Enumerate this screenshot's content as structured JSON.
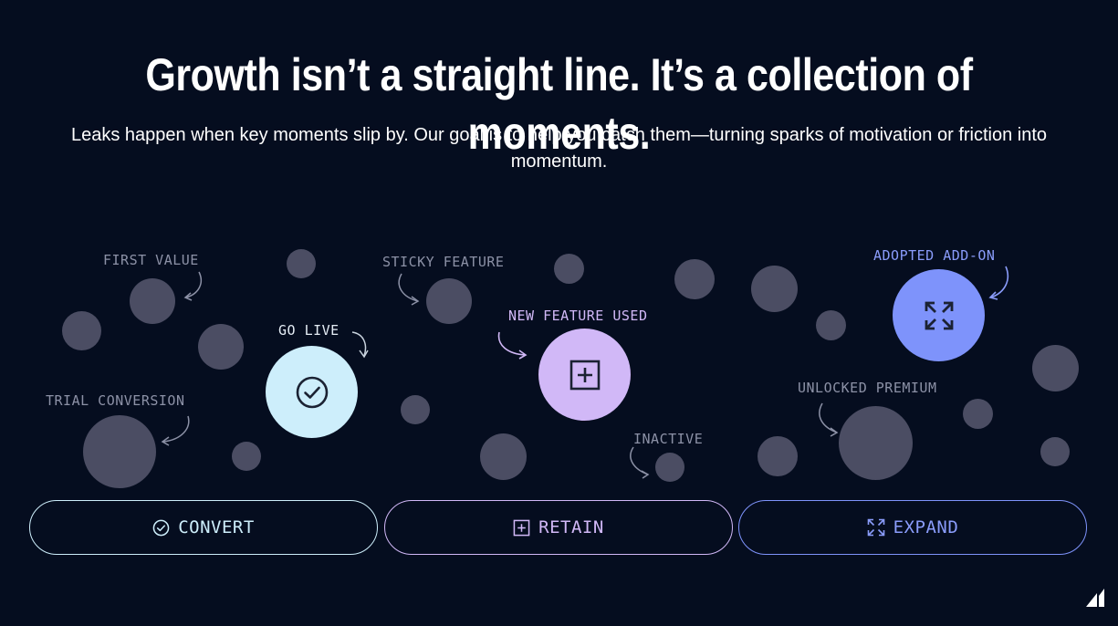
{
  "header": {
    "title": "Growth isn’t a straight line. It’s a collection of moments.",
    "subtitle": "Leaks happen when key moments slip by. Our goal is to help you catch them—turning sparks of motivation or friction into momentum."
  },
  "labels": {
    "first_value": "FIRST VALUE",
    "trial_conversion": "TRIAL CONVERSION",
    "go_live": "GO LIVE",
    "sticky_feature": "STICKY FEATURE",
    "new_feature_used": "NEW FEATURE USED",
    "inactive": "INACTIVE",
    "adopted_add_on": "ADOPTED ADD-ON",
    "unlocked_premium": "UNLOCKED PREMIUM"
  },
  "buttons": {
    "convert": "CONVERT",
    "retain": "RETAIN",
    "expand": "EXPAND"
  },
  "colors": {
    "background": "#050d1f",
    "dot": "#4b4d63",
    "convert": "#cdeefb",
    "retain": "#d1b8f7",
    "expand": "#7e93fb"
  },
  "icons": {
    "convert": "check-circle-icon",
    "retain": "plus-square-icon",
    "expand": "expand-arrows-icon",
    "brand": "logo-icon"
  }
}
